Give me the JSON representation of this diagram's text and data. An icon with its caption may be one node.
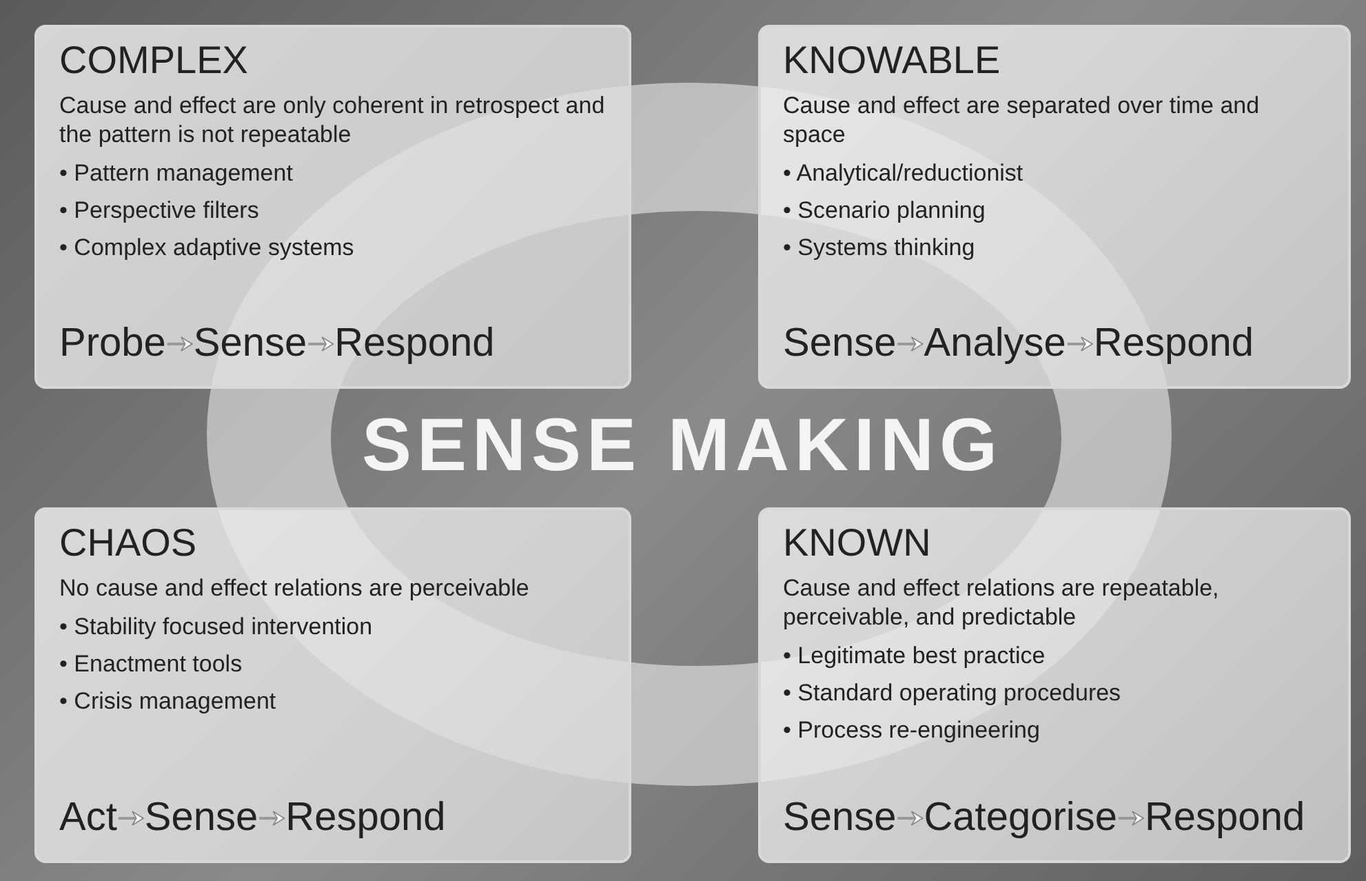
{
  "diagram": {
    "nodes": [
      {
        "text": [
          "COMPLEX",
          "Cause and effect are only coherent in retrospect and the pattern is not repeatable",
          "• Pattern management",
          "• Perspective filters",
          "• Complex adaptive systems"
        ]
      },
      {
        "text": [
          "Probe"
        ],
        "in": 0
      },
      {
        "text": [
          "Sense"
        ],
        "in": 0
      },
      {
        "text": [
          "Respond"
        ],
        "in": 0
      },
      {
        "text": [
          "KNOWABLE",
          "Cause and effect are separated over time and space",
          "• Analytical/reductionist",
          "• Scenario planning",
          "• Systems thinking"
        ]
      },
      {
        "text": [
          "Sense"
        ],
        "in": 4
      },
      {
        "text": [
          "Analyse"
        ],
        "in": 4
      },
      {
        "text": [
          "Respond"
        ],
        "in": 4
      },
      {
        "text": [
          "CHAOS",
          "No cause and effect relations are perceivable",
          "• Stability focused intervention",
          "• Enactment tools",
          "• Crisis management"
        ]
      },
      {
        "text": [
          "Act"
        ],
        "in": 8
      },
      {
        "text": [
          "Sense"
        ],
        "in": 8
      },
      {
        "text": [
          "Respond"
        ],
        "in": 8
      },
      {
        "text": [
          "KNOWN",
          "Cause and effect relations are repeatable, perceivable, and predictable",
          "• Legitimate best practice",
          "• Standard operating procedures",
          "• Process re-engineering"
        ]
      },
      {
        "text": [
          "Sense"
        ],
        "in": 12
      },
      {
        "text": [
          "Categorise"
        ],
        "in": 12
      },
      {
        "text": [
          "Respond"
        ],
        "in": 12
      }
    ],
    "edges": [
      {
        "from": 1,
        "to": 2,
        "arrow": "to"
      },
      {
        "from": 2,
        "to": 3,
        "arrow": "to"
      },
      {
        "from": 5,
        "to": 6,
        "arrow": "to"
      },
      {
        "from": 6,
        "to": 7,
        "arrow": "to"
      },
      {
        "from": 9,
        "to": 10,
        "arrow": "to"
      },
      {
        "from": 10,
        "to": 11,
        "arrow": "to"
      },
      {
        "from": 13,
        "to": 14,
        "arrow": "to"
      },
      {
        "from": 14,
        "to": 15,
        "arrow": "to"
      }
    ],
    "labels": [
      "SENSE MAKING"
    ]
  }
}
